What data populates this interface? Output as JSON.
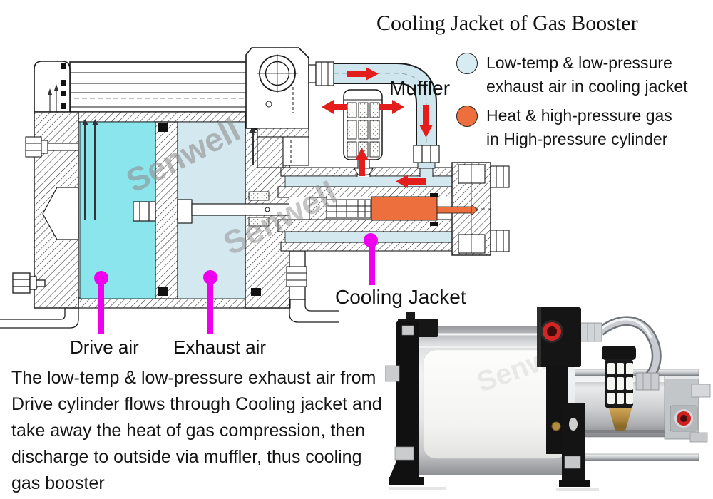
{
  "title": "Cooling Jacket of Gas Booster",
  "legend": {
    "items": [
      {
        "color": "#d6ecf2",
        "line1": "Low-temp & low-pressure",
        "line2": "exhaust air in cooling jacket"
      },
      {
        "color": "#ed6f3d",
        "line1": "Heat & high-pressure gas",
        "line2": "in High-pressure cylinder"
      }
    ]
  },
  "diagram_labels": {
    "muffler": "Muffler",
    "cooling_jacket": "Cooling Jacket",
    "drive_air": "Drive air",
    "exhaust_air": "Exhaust air"
  },
  "description_lines": [
    "The low-temp & low-pressure exhaust air from",
    "Drive cylinder flows through Cooling jacket and",
    "take away the heat of gas compression, then",
    "discharge to outside via muffler, thus cooling",
    "gas booster"
  ],
  "watermark": "Senwell",
  "colors": {
    "drive_air_cyan": "#8ae6ec",
    "exhaust_air_blue": "#d4e8f0",
    "hot_gas_orange": "#ed6f3d",
    "pointer_magenta": "#ee00ee",
    "flow_arrow_red": "#e31c1c"
  }
}
